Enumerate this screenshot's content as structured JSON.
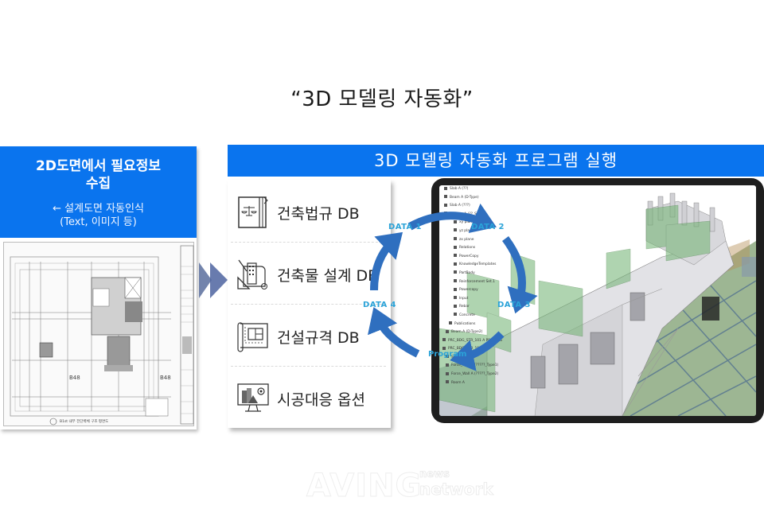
{
  "title": "“3D 모델링 자동화”",
  "left_panel": {
    "heading_line1": "2D도면에서 필요정보",
    "heading_line2": "수집",
    "sub_line1": "← 설계도면 자동인식",
    "sub_line2": "(Text, 이미지 등)",
    "blueprint_caption": "B1st 내부 전단벽체 구조 평면도",
    "blueprint_marks": [
      "B48",
      "B48"
    ]
  },
  "program": {
    "header": "3D 모델링 자동화 프로그램 실행",
    "db_items": [
      {
        "label": "건축법규 DB",
        "icon": "law-book-icon"
      },
      {
        "label": "건축물 설계 DB",
        "icon": "building-design-icon"
      },
      {
        "label": "건설규격 DB",
        "icon": "blueprint-icon"
      },
      {
        "label": "시공대응 옵션",
        "icon": "monitor-gear-icon"
      }
    ],
    "cycle_labels": [
      "DATA 1",
      "DATA 2",
      "DATA 3",
      "DATA 4"
    ],
    "program_label": "Program"
  },
  "model_tree": [
    "Slab A (??)",
    "Beam A (D-Type)",
    "Slab A (???)",
    "Column A (??_S)",
    "xy plane",
    "yz plane",
    "zx plane",
    "Relations",
    "PowerCopy",
    "KnowledgeTemplates",
    "PartBody",
    "Reinforcement Set.1",
    "Powercopy",
    "Input",
    "Rebar",
    "Concrete",
    "Publications",
    "Beam A (D-Type2)",
    "PRC_BDG_STR_101 A  PRC_BDG",
    "PRC_BDG_STR_101 B",
    "Slab A (???)",
    "Force_Wall A (?????_Type1)",
    "Force_Wall A (?????_Type2)",
    "Room A"
  ],
  "colors": {
    "header_blue": "#0a74ee",
    "arrow_blue": "#2f6fbf",
    "label_cyan": "#2ba3d8",
    "chevron": "#5b6f9e"
  },
  "watermark": {
    "main": "AVING",
    "top": "news",
    "bottom": "network"
  }
}
